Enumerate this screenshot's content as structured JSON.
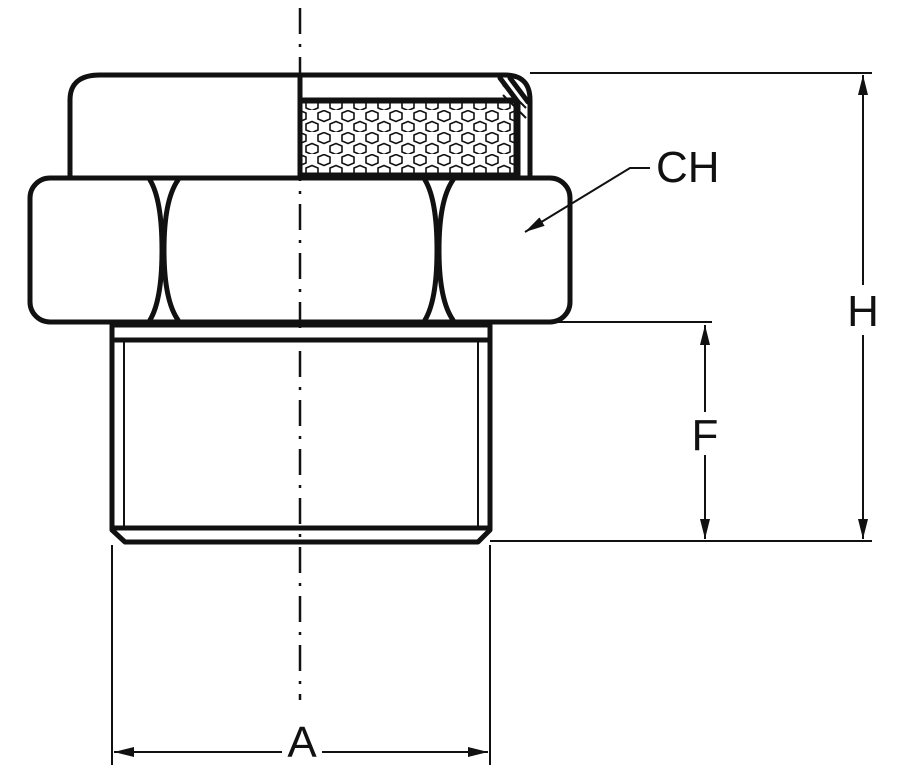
{
  "labels": {
    "hex_size": "CH",
    "overall_height": "H",
    "thread_length": "F",
    "thread_diameter": "A"
  },
  "colors": {
    "ink": "#111111",
    "paper": "#ffffff"
  }
}
